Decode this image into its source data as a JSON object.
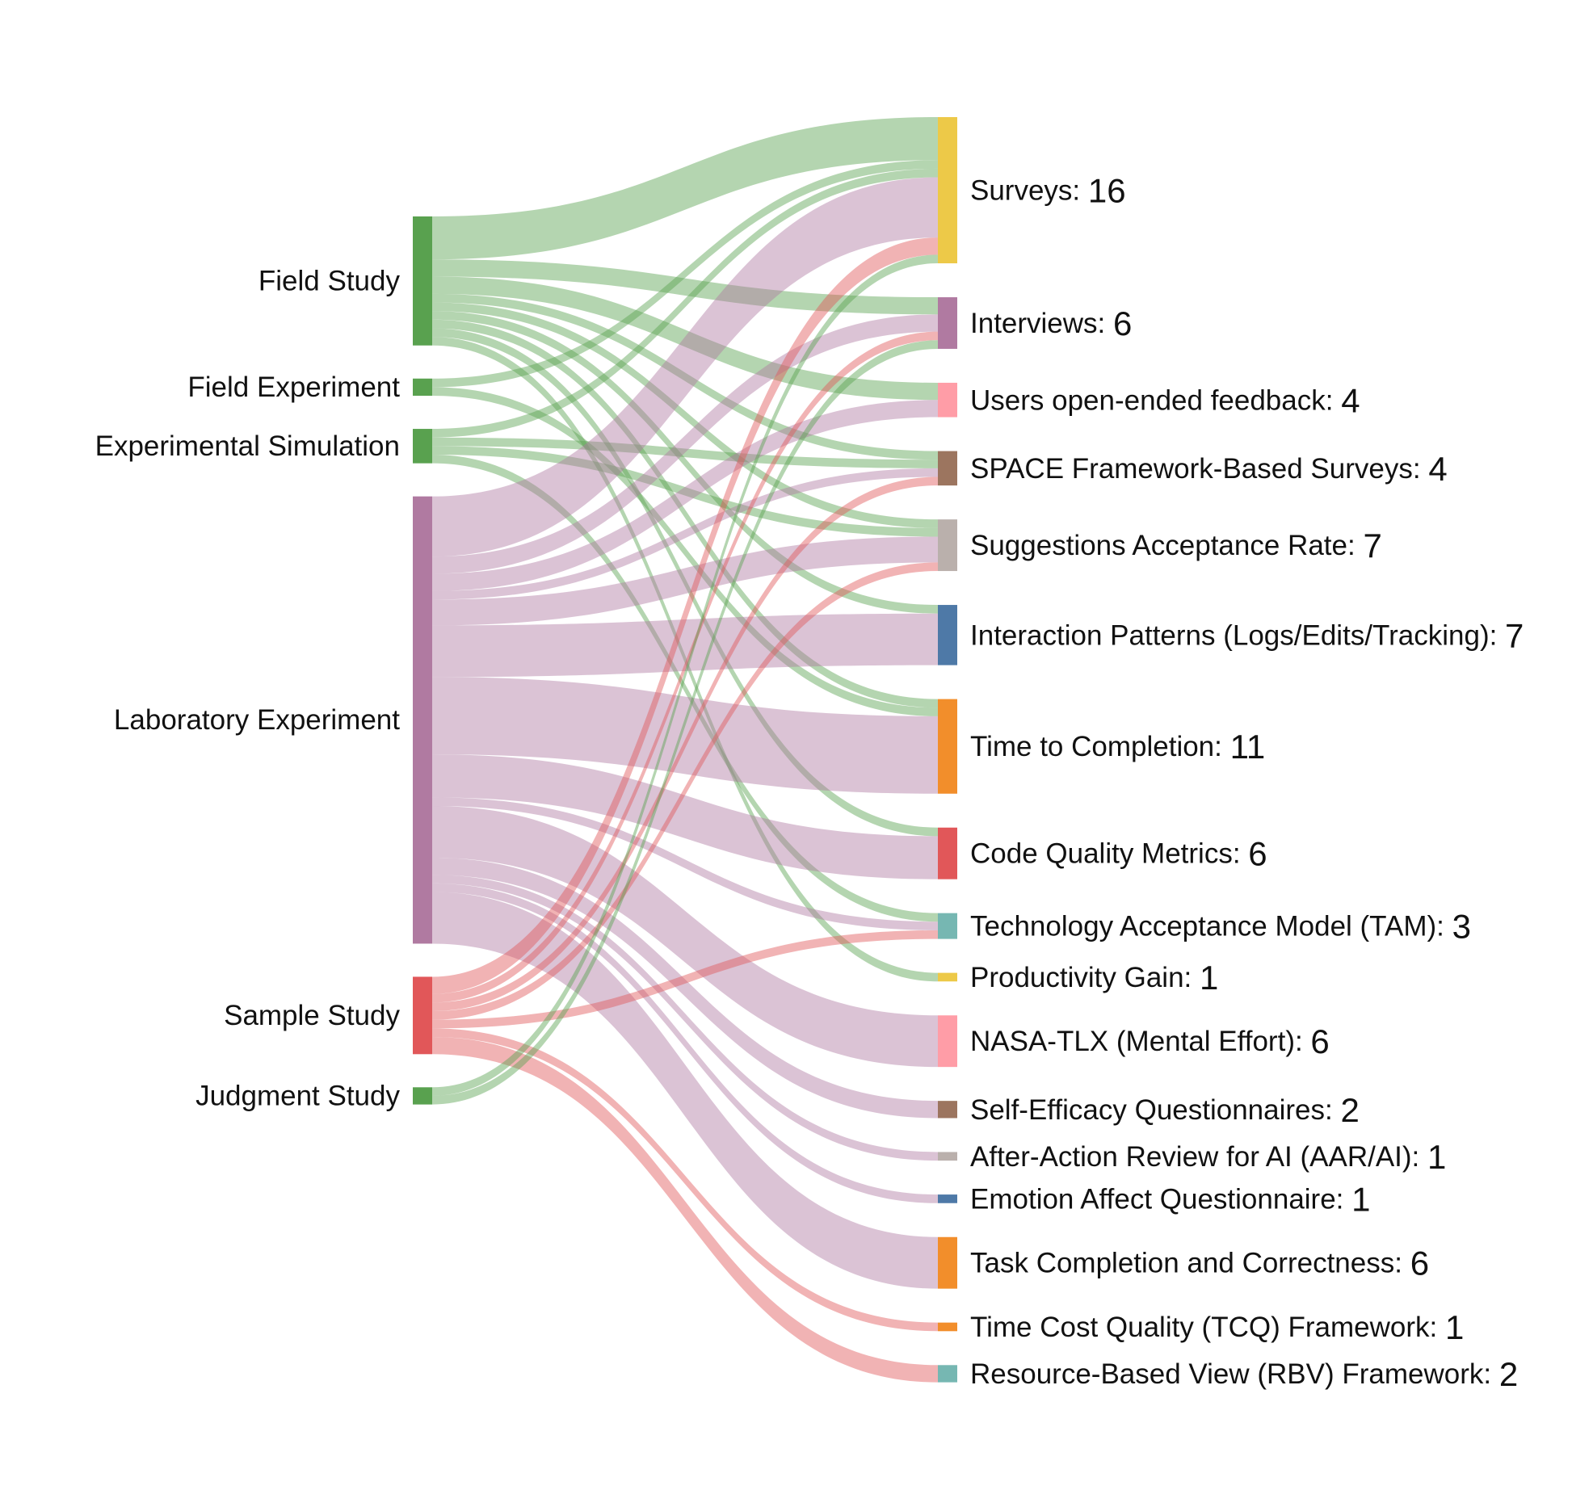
{
  "chart_data": {
    "type": "sankey",
    "colors": {
      "green": "#59a14f",
      "purple": "#b07aa1",
      "red": "#e15759",
      "yellow": "#edc948",
      "pink": "#ff9da7",
      "brown": "#9c755f",
      "grey": "#bab0ac",
      "blue": "#4e79a7",
      "orange": "#f28e2b",
      "teal": "#76b7b2"
    },
    "sources": [
      {
        "id": "field_study",
        "label": "Field Study",
        "color": "green"
      },
      {
        "id": "field_experiment",
        "label": "Field Experiment",
        "color": "green"
      },
      {
        "id": "experimental_simulation",
        "label": "Experimental Simulation",
        "color": "green"
      },
      {
        "id": "laboratory_experiment",
        "label": "Laboratory Experiment",
        "color": "purple"
      },
      {
        "id": "sample_study",
        "label": "Sample Study",
        "color": "red"
      },
      {
        "id": "judgment_study",
        "label": "Judgment Study",
        "color": "green"
      }
    ],
    "targets": [
      {
        "id": "surveys",
        "label": "Surveys: ",
        "count": 16,
        "color": "yellow"
      },
      {
        "id": "interviews",
        "label": "Interviews: ",
        "count": 6,
        "color": "purple"
      },
      {
        "id": "open_feedback",
        "label": "Users open-ended feedback: ",
        "count": 4,
        "color": "pink"
      },
      {
        "id": "space",
        "label": "SPACE Framework-Based Surveys: ",
        "count": 4,
        "color": "brown"
      },
      {
        "id": "acceptance_rate",
        "label": "Suggestions Acceptance Rate: ",
        "count": 7,
        "color": "grey"
      },
      {
        "id": "interaction",
        "label": "Interaction Patterns (Logs/Edits/Tracking): ",
        "count": 7,
        "color": "blue"
      },
      {
        "id": "time_completion",
        "label": "Time to Completion: ",
        "count": 11,
        "color": "orange"
      },
      {
        "id": "code_quality",
        "label": "Code Quality Metrics: ",
        "count": 6,
        "color": "red"
      },
      {
        "id": "tam",
        "label": "Technology Acceptance Model (TAM): ",
        "count": 3,
        "color": "teal"
      },
      {
        "id": "productivity",
        "label": "Productivity Gain: ",
        "count": 1,
        "color": "yellow"
      },
      {
        "id": "nasa_tlx",
        "label": "NASA-TLX (Mental Effort): ",
        "count": 6,
        "color": "pink"
      },
      {
        "id": "self_efficacy",
        "label": "Self-Efficacy Questionnaires: ",
        "count": 2,
        "color": "brown"
      },
      {
        "id": "aar_ai",
        "label": "After-Action Review for AI (AAR/AI): ",
        "count": 1,
        "color": "grey"
      },
      {
        "id": "emotion",
        "label": "Emotion Affect Questionnaire: ",
        "count": 1,
        "color": "blue"
      },
      {
        "id": "task_completion",
        "label": "Task Completion and Correctness: ",
        "count": 6,
        "color": "orange"
      },
      {
        "id": "tcq",
        "label": "Time Cost Quality (TCQ) Framework: ",
        "count": 1,
        "color": "orange"
      },
      {
        "id": "rbv",
        "label": "Resource-Based View (RBV) Framework: ",
        "count": 2,
        "color": "teal"
      }
    ],
    "links": [
      {
        "source": "field_study",
        "target": "surveys",
        "value": 5
      },
      {
        "source": "field_study",
        "target": "interviews",
        "value": 2
      },
      {
        "source": "field_study",
        "target": "open_feedback",
        "value": 2
      },
      {
        "source": "field_study",
        "target": "space",
        "value": 1
      },
      {
        "source": "field_study",
        "target": "acceptance_rate",
        "value": 1
      },
      {
        "source": "field_study",
        "target": "interaction",
        "value": 1
      },
      {
        "source": "field_study",
        "target": "time_completion",
        "value": 1
      },
      {
        "source": "field_study",
        "target": "code_quality",
        "value": 1
      },
      {
        "source": "field_study",
        "target": "productivity",
        "value": 1
      },
      {
        "source": "field_experiment",
        "target": "surveys",
        "value": 1
      },
      {
        "source": "field_experiment",
        "target": "time_completion",
        "value": 1
      },
      {
        "source": "experimental_simulation",
        "target": "surveys",
        "value": 1
      },
      {
        "source": "experimental_simulation",
        "target": "space",
        "value": 1
      },
      {
        "source": "experimental_simulation",
        "target": "acceptance_rate",
        "value": 1
      },
      {
        "source": "experimental_simulation",
        "target": "tam",
        "value": 1
      },
      {
        "source": "laboratory_experiment",
        "target": "surveys",
        "value": 7
      },
      {
        "source": "laboratory_experiment",
        "target": "interviews",
        "value": 2
      },
      {
        "source": "laboratory_experiment",
        "target": "open_feedback",
        "value": 2
      },
      {
        "source": "laboratory_experiment",
        "target": "space",
        "value": 1
      },
      {
        "source": "laboratory_experiment",
        "target": "acceptance_rate",
        "value": 3
      },
      {
        "source": "laboratory_experiment",
        "target": "interaction",
        "value": 6
      },
      {
        "source": "laboratory_experiment",
        "target": "time_completion",
        "value": 9
      },
      {
        "source": "laboratory_experiment",
        "target": "code_quality",
        "value": 5
      },
      {
        "source": "laboratory_experiment",
        "target": "tam",
        "value": 1
      },
      {
        "source": "laboratory_experiment",
        "target": "nasa_tlx",
        "value": 6
      },
      {
        "source": "laboratory_experiment",
        "target": "self_efficacy",
        "value": 2
      },
      {
        "source": "laboratory_experiment",
        "target": "aar_ai",
        "value": 1
      },
      {
        "source": "laboratory_experiment",
        "target": "emotion",
        "value": 1
      },
      {
        "source": "laboratory_experiment",
        "target": "task_completion",
        "value": 6
      },
      {
        "source": "sample_study",
        "target": "surveys",
        "value": 2
      },
      {
        "source": "sample_study",
        "target": "interviews",
        "value": 1
      },
      {
        "source": "sample_study",
        "target": "space",
        "value": 1
      },
      {
        "source": "sample_study",
        "target": "acceptance_rate",
        "value": 1
      },
      {
        "source": "sample_study",
        "target": "tam",
        "value": 1
      },
      {
        "source": "sample_study",
        "target": "tcq",
        "value": 1
      },
      {
        "source": "sample_study",
        "target": "rbv",
        "value": 2
      },
      {
        "source": "judgment_study",
        "target": "surveys",
        "value": 1
      },
      {
        "source": "judgment_study",
        "target": "interviews",
        "value": 1
      }
    ]
  }
}
